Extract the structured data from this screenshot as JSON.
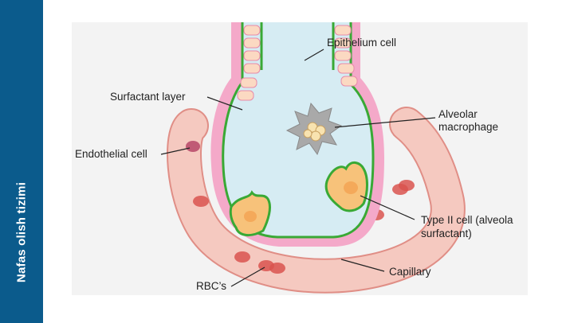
{
  "sidebar": {
    "title": "Nafas olish tizimi"
  },
  "diagram": {
    "labels": {
      "epithelium": "Epithelium cell",
      "surfactant_layer": "Surfactant layer",
      "macrophage_1": "Alveolar",
      "macrophage_2": "macrophage",
      "endothelial": "Endothelial cell",
      "type2_1": "Type II cell (alveola",
      "type2_2": "surfactant)",
      "capillary": "Capillary",
      "rbc": "RBC’s"
    },
    "colors": {
      "sidebar": "#0b5b8c",
      "capillary_fill": "#f5c9c0",
      "capillary_stroke": "#e08e86",
      "rbc": "#d9534f",
      "tissue_pink": "#f4a9c9",
      "lumen": "#d6ecf3",
      "epithelium_line": "#39a935",
      "type2_cell": "#f7c27a",
      "macrophage": "#a9a9a9"
    }
  }
}
